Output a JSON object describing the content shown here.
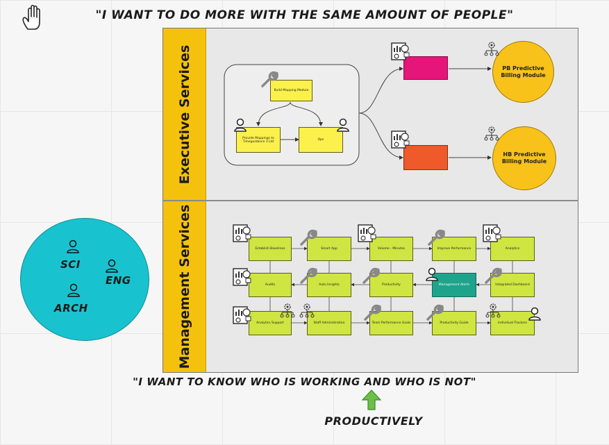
{
  "quotes": {
    "top": "\"I WANT TO DO MORE WITH THE SAME AMOUNT OF PEOPLE\"",
    "bottom": "\"I WANT TO KNOW WHO IS WORKING AND WHO IS NOT\"",
    "productively": "PRODUCTIVELY"
  },
  "sections": {
    "executive": "Executive Services",
    "management": "Management Services"
  },
  "team": {
    "sci": "SCI",
    "eng": "ENG",
    "arch": "ARCH"
  },
  "executive": {
    "build_module": "Build Mapping Module",
    "mapping_box": "Provide Mappings to Timeguidance 3 Ltd",
    "ops_box": "Ops",
    "pb_box": "",
    "hb_box": "",
    "pb_module": "PB Predictive Billing Module",
    "hb_module": "HB Predictive Billing Module"
  },
  "management": {
    "row1": [
      "Establish Baselines",
      "Smart App",
      "Volume - Minutes",
      "Improve Performance",
      "Analytics"
    ],
    "row2": [
      "Audits",
      "Auto Insights",
      "Productivity",
      "Management Alerts",
      "Integrated Dashboard"
    ],
    "row3": [
      "Analytics Support",
      "Staff Administration",
      "Team Performance Goals",
      "Productivity Guide",
      "Individual Trackers"
    ]
  },
  "colors": {
    "band": "#f4c20d",
    "executive_box": "#fcf14c",
    "management_box": "#cfe541",
    "highlight_box": "#1fa38b",
    "pb_box": "#e5157a",
    "hb_box": "#ee5a2a",
    "module_circle": "#f8c21a",
    "team_circle": "#18c3cf",
    "arrow": "#6cc04a"
  },
  "icons": {
    "cursor": "hand-cursor-icon",
    "person": "person-icon",
    "wrench": "wrench-icon",
    "gear": "gear-network-icon",
    "report": "report-icon",
    "arrow": "up-arrow-icon"
  }
}
